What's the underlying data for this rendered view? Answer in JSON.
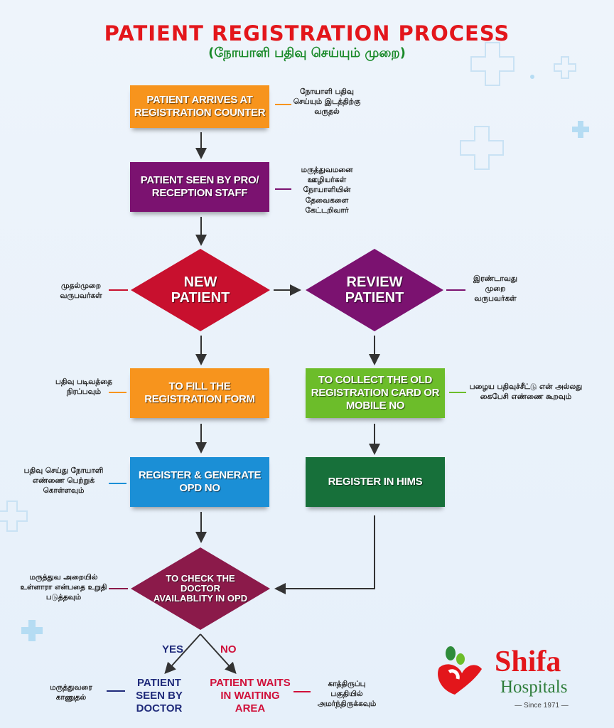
{
  "title": "PATIENT REGISTRATION PROCESS",
  "subtitle": "(நோயாளி பதிவு செய்யும் முறை)",
  "steps": {
    "arrives": {
      "label": "PATIENT ARRIVES AT REGISTRATION COUNTER",
      "note": "நோயாளி பதிவு செய்யும் இடத்திற்கு வருதல்",
      "color": "#f7941d"
    },
    "seen_staff": {
      "label": "PATIENT SEEN BY PRO/ RECEPTION STAFF",
      "note": "மருத்துவமனை ஊழியர்கள் நோயாளியின் தேவைகளை கேட்டறிவார்",
      "color": "#7b1270"
    },
    "new_patient": {
      "label": "NEW PATIENT",
      "note": "முதல்முறை வருபவர்கள்",
      "color": "#c8102e"
    },
    "review_patient": {
      "label": "REVIEW PATIENT",
      "note": "இரண்டாவது முறை வருபவர்கள்",
      "color": "#7b1270"
    },
    "fill_form": {
      "label": "TO FILL THE REGISTRATION FORM",
      "note": "பதிவு படிவத்தை நிரப்பவும்",
      "color": "#f7941d"
    },
    "collect_card": {
      "label": "TO COLLECT THE OLD REGISTRATION CARD OR MOBILE NO",
      "note": "பழைய பதிவுச்சீட்டு என் அல்லது கைபேசி எண்ணை கூறவும்",
      "color": "#6cbd2a"
    },
    "generate_opd": {
      "label": "REGISTER & GENERATE OPD NO",
      "note": "பதிவு செய்து நோயாளி எண்ணை பெற்றுக் கொள்ளவும்",
      "color": "#1b8fd6"
    },
    "register_hims": {
      "label": "REGISTER IN HIMS",
      "color": "#17703a"
    },
    "check_doctor": {
      "label": "TO CHECK THE DOCTOR AVAILABLITY IN OPD",
      "note": "மருத்துவ அறையில் உள்ளாரா என்பதை உறுதி படுத்தவும்",
      "color": "#8b1a4a"
    },
    "yes": "YES",
    "no": "NO",
    "seen_doctor": {
      "label": "PATIENT SEEN BY DOCTOR",
      "note": "மருத்துவரை காணுதல்",
      "color": "#1f2a7a"
    },
    "waits": {
      "label": "PATIENT WAITS IN WAITING AREA",
      "note": "காத்திருப்பு பகுதியில் அமர்ந்திருக்கவும்",
      "color": "#d0103a"
    }
  },
  "logo": {
    "name": "Shifa",
    "sub": "Hospitals",
    "since": "Since 1971"
  }
}
